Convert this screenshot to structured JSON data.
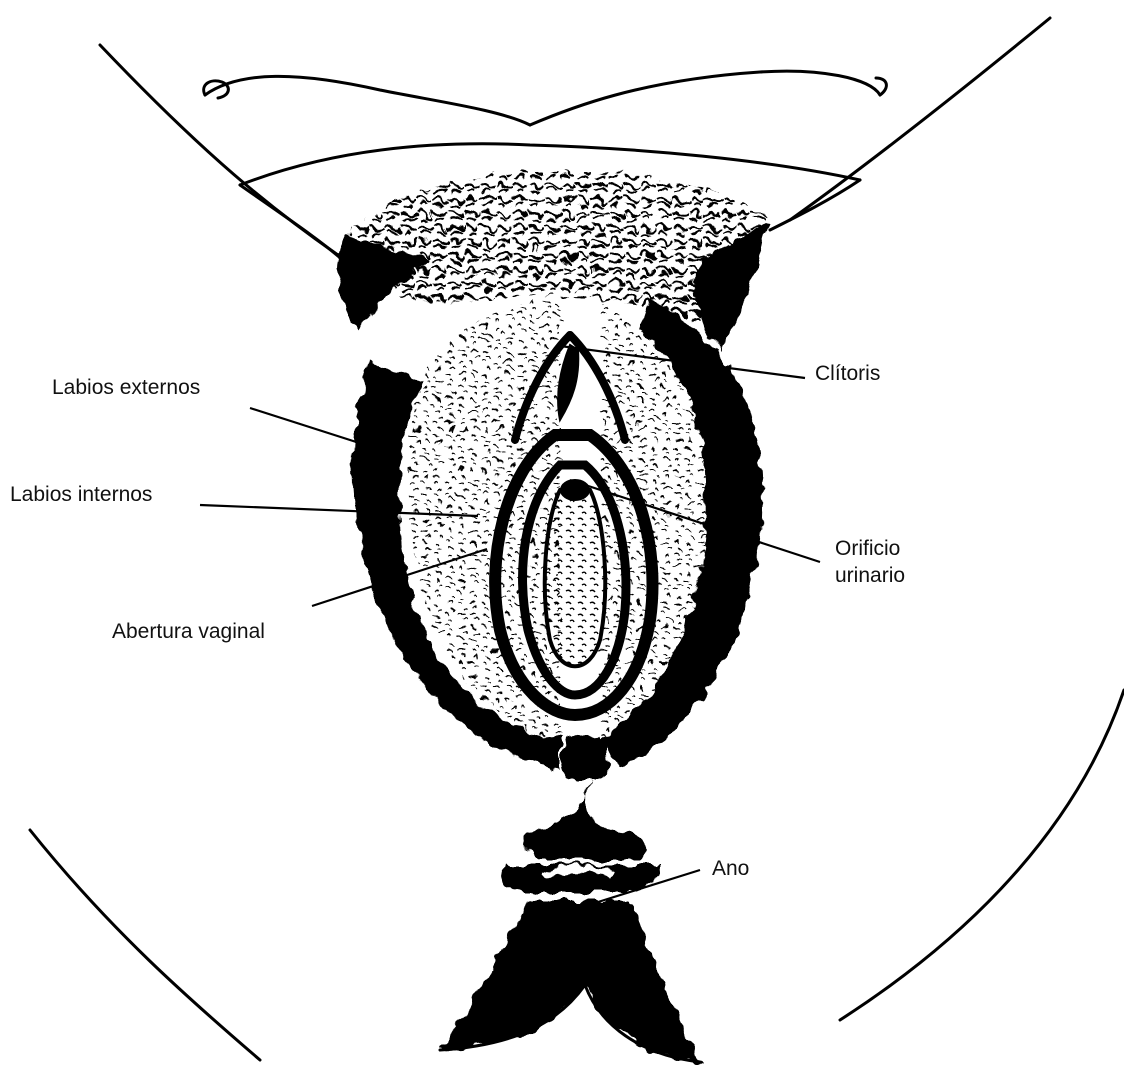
{
  "labels": {
    "clitoris": "Clítoris",
    "labios_externos": "Labios externos",
    "labios_internos": "Labios internos",
    "orificio_line1": "Orificio",
    "orificio_line2": "urinario",
    "abertura_vaginal": "Abertura vaginal",
    "ano": "Ano"
  },
  "colors": {
    "ink": "#000000",
    "background": "#ffffff",
    "text": "#111111"
  }
}
